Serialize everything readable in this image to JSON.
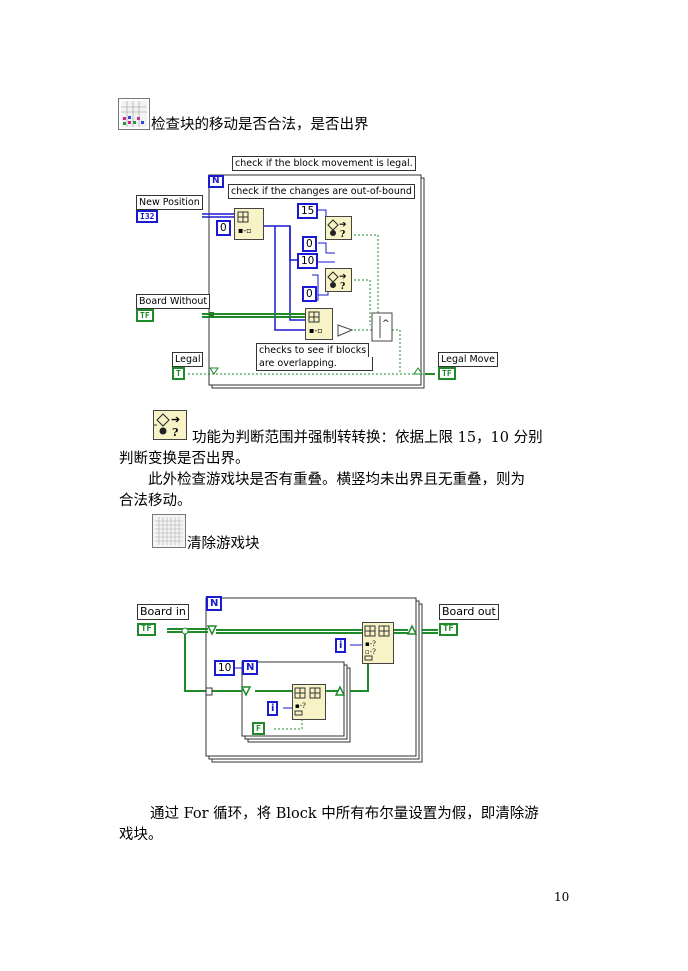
{
  "section1": {
    "heading": "检查块的移动是否合法，是否出界",
    "icon": "lattice-grid-vi-icon"
  },
  "diagram1": {
    "loop_count": "N",
    "comment_top": "check if the block movement is legal.",
    "comment_bounds": "check if the changes are out-of-bound",
    "comment_overlap_line1": "checks to see if blocks",
    "comment_overlap_line2": "are overlapping.",
    "input_new_position": "New Position",
    "input_new_position_type": "I32",
    "input_board_without": "Board Without",
    "input_board_without_type": "TF",
    "input_legal": "Legal",
    "input_legal_value": "T",
    "output_legal_move": "Legal Move",
    "output_legal_move_type": "TF",
    "const_zero": "0",
    "const_fifteen": "15",
    "const_zero_b": "0",
    "const_ten": "10",
    "const_zero_c": "0"
  },
  "para_range": {
    "line1": "功能为判断范围并强制转转换：依据上限 15，10 分别",
    "line2": "判断变换是否出界。",
    "line3": "此外检查游戏块是否有重叠。横竖均未出界且无重叠，则为",
    "line4": "合法移动。"
  },
  "section2": {
    "heading": "清除游戏块",
    "icon": "blank-grid-vi-icon"
  },
  "diagram2": {
    "outer_loop_count": "N",
    "inner_loop_count": "N",
    "inner_count_value": "10",
    "input_board_in": "Board in",
    "input_board_in_type": "TF",
    "output_board_out": "Board out",
    "output_board_out_type": "TF",
    "index_outer": "i",
    "index_inner": "i",
    "const_false": "F"
  },
  "para_for": {
    "line1": "通过 For 循环，将 Block 中所有布尔量设置为假，即清除游",
    "line2": "戏块。"
  },
  "footer": {
    "page_number": "10"
  }
}
